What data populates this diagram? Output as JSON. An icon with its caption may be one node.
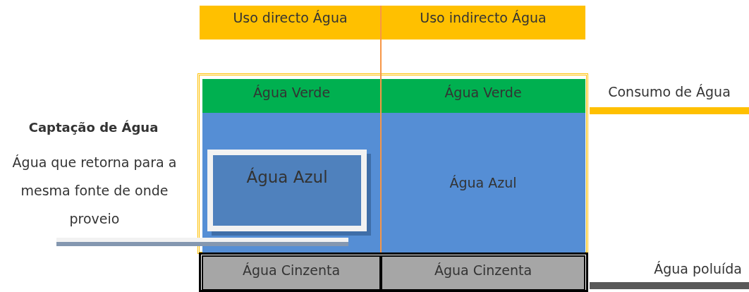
{
  "diagram": {
    "nodes": [
      {
        "text": [
          "Uso directo Água"
        ]
      },
      {
        "text": [
          "Uso indirecto Água"
        ]
      },
      {
        "text": [
          "Água Verde"
        ]
      },
      {
        "text": [
          "Água Verde"
        ]
      },
      {
        "text": [
          "Água Azul"
        ]
      },
      {
        "text": [
          "Água Azul"
        ]
      },
      {
        "text": [
          "Água Cinzenta"
        ]
      },
      {
        "text": [
          "Água Cinzenta"
        ]
      }
    ],
    "labels": [
      "Captação de Água",
      "Água que retorna para a mesma fonte de onde proveio",
      "Consumo de Água",
      "Água poluída"
    ]
  }
}
